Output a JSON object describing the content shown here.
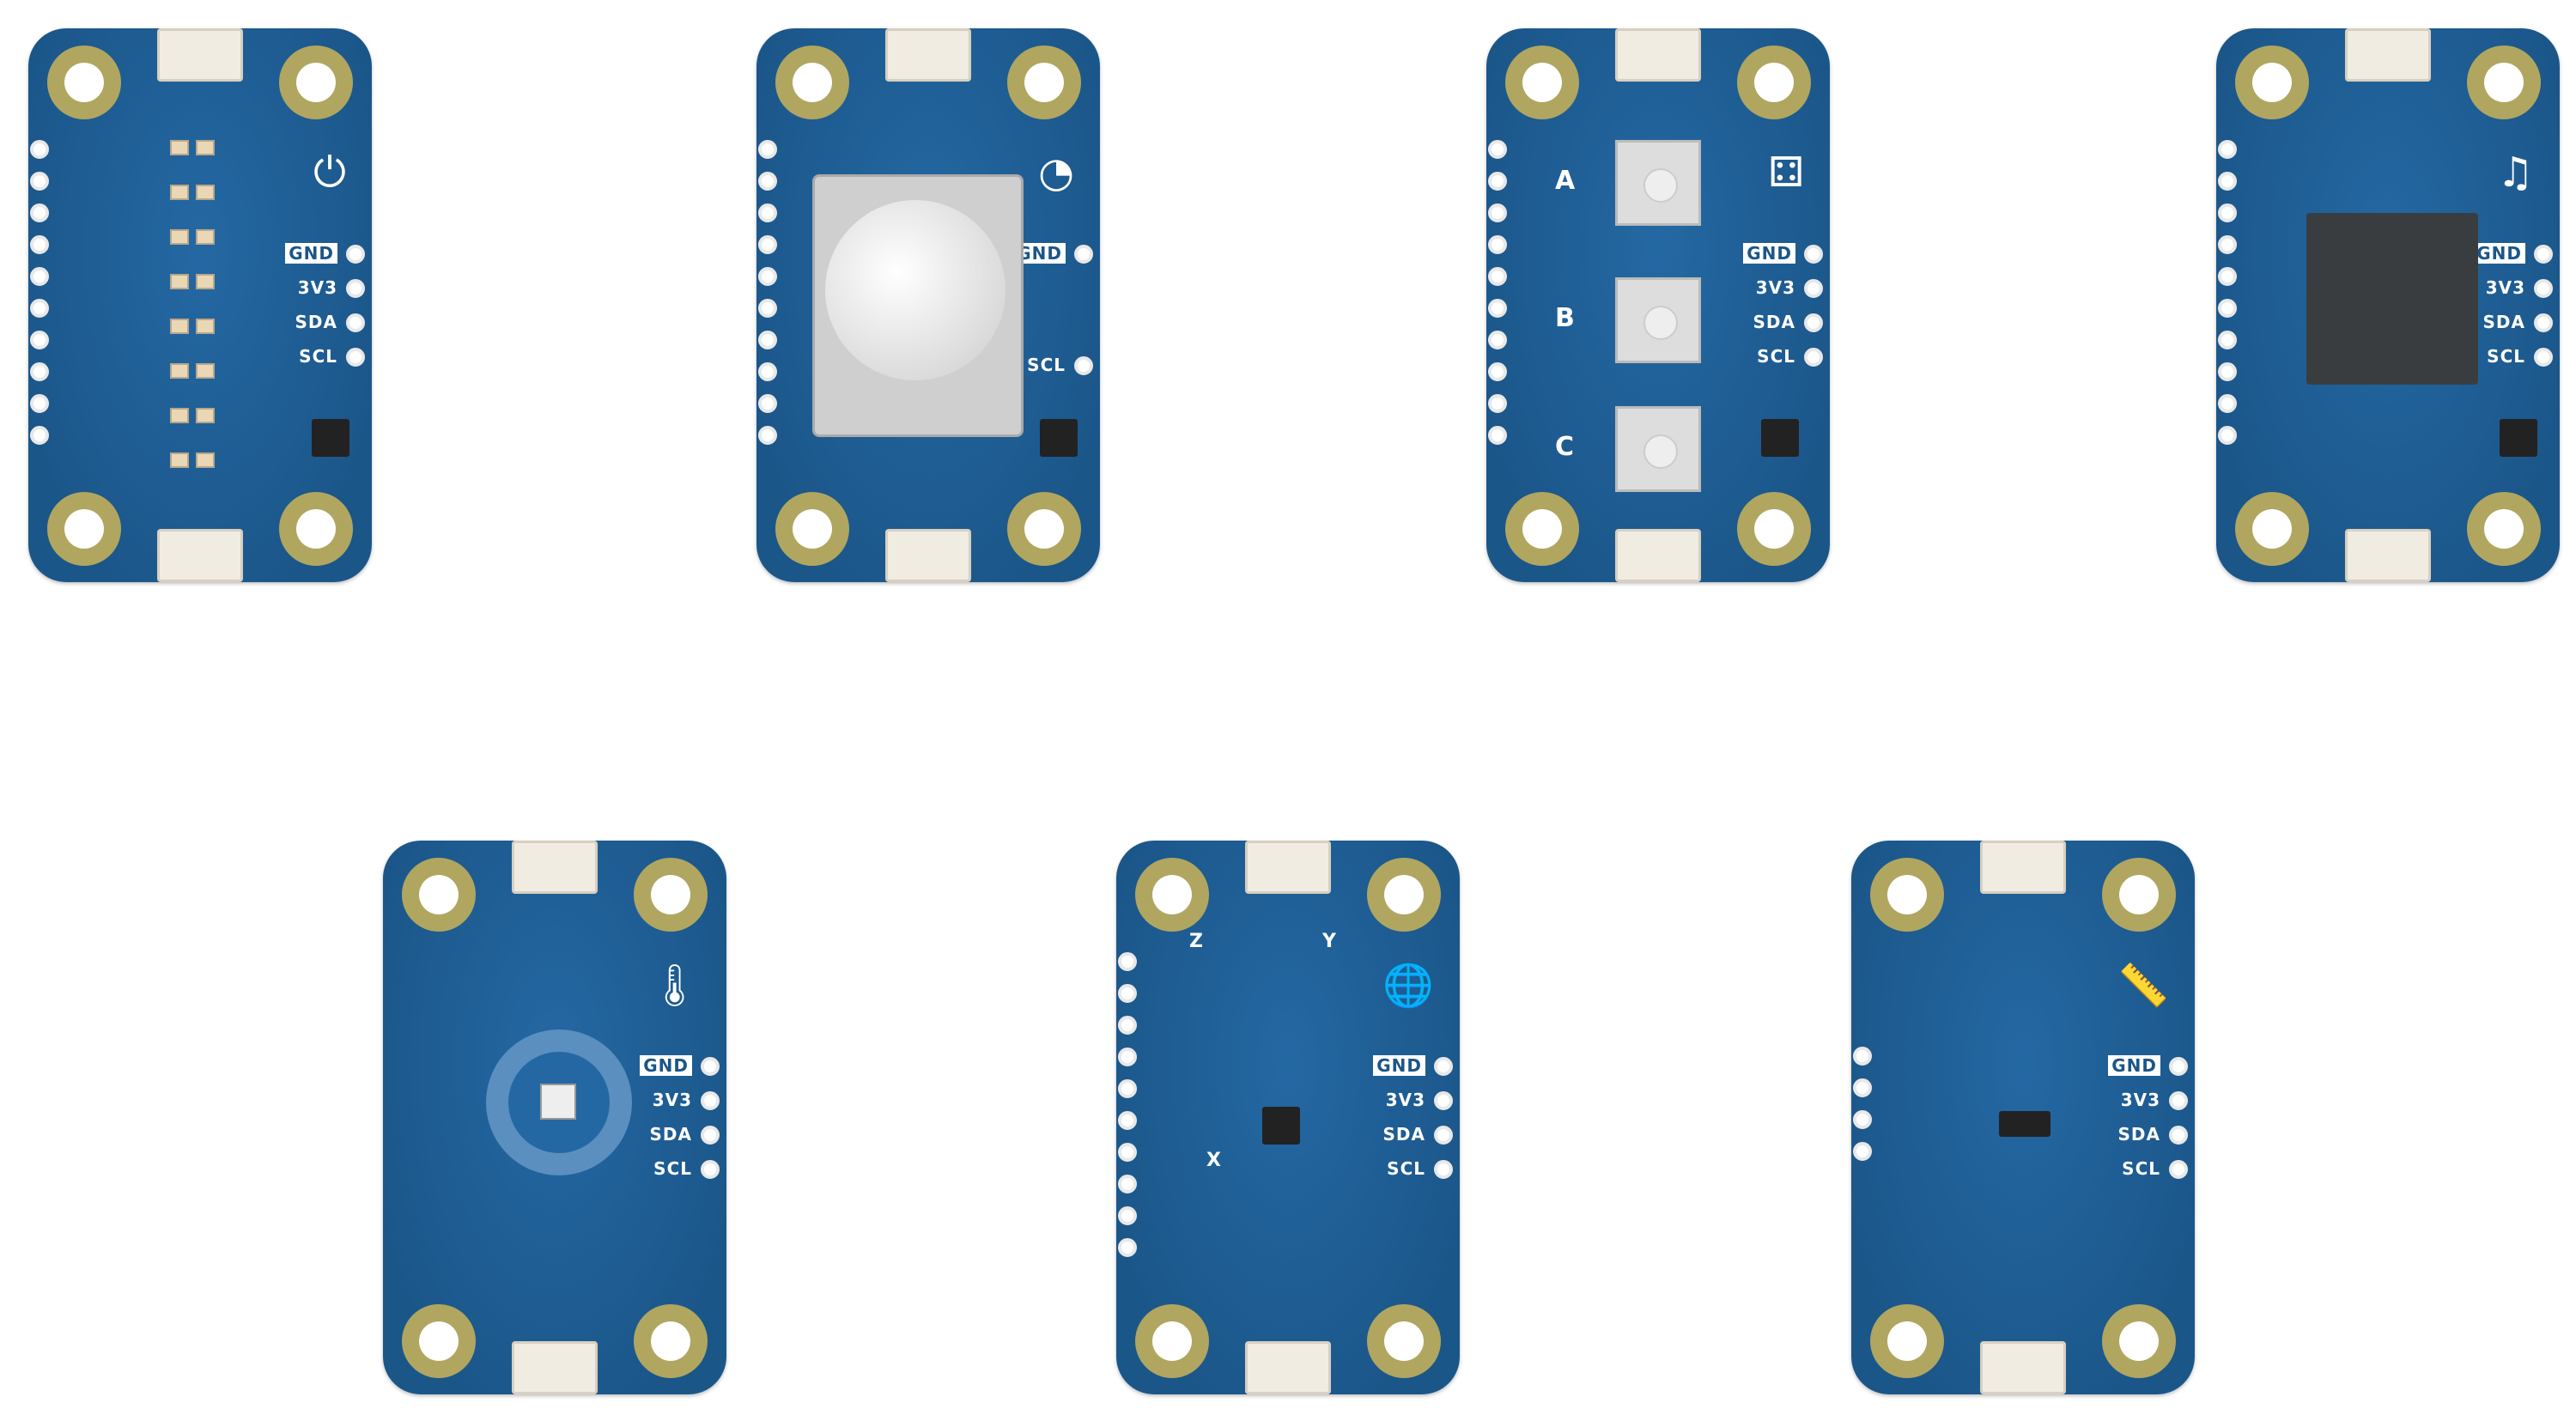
{
  "colors": {
    "pcb": "#1f5f95",
    "silkscreen": "#ffffff",
    "pad": "#b0a660"
  },
  "boards": [
    {
      "name": "led-matrix-module",
      "icon": "plug-icon",
      "glyph": "⏻",
      "pins": [
        "GND",
        "3V3",
        "SDA",
        "SCL"
      ],
      "header": 10,
      "part": "leds"
    },
    {
      "name": "rotary-knob-module",
      "icon": "knob-icon",
      "glyph": "◔",
      "pins": [
        "GND",
        "SCL"
      ],
      "header": 10,
      "part": "knob"
    },
    {
      "name": "buttons-module",
      "icon": "buttons-icon",
      "glyph": "⚃",
      "pins": [
        "GND",
        "3V3",
        "SDA",
        "SCL"
      ],
      "header": 10,
      "part": "buttons",
      "button_labels": [
        "A",
        "B",
        "C"
      ]
    },
    {
      "name": "buzzer-module",
      "icon": "buzzer-icon",
      "glyph": "♫",
      "pins": [
        "GND",
        "3V3",
        "SDA",
        "SCL"
      ],
      "header": 10,
      "part": "buzzer"
    },
    {
      "name": "thermo-module",
      "icon": "thermometer-icon",
      "glyph": "🌡",
      "pins": [
        "GND",
        "3V3",
        "SDA",
        "SCL"
      ],
      "header": 0,
      "part": "thermo"
    },
    {
      "name": "movement-module",
      "icon": "globe-icon",
      "glyph": "🌐",
      "pins": [
        "GND",
        "3V3",
        "SDA",
        "SCL"
      ],
      "header": 10,
      "part": "imu",
      "axis_labels": [
        "X",
        "Y",
        "Z"
      ]
    },
    {
      "name": "distance-module",
      "icon": "ruler-icon",
      "glyph": "📏",
      "pins": [
        "GND",
        "3V3",
        "SDA",
        "SCL"
      ],
      "header": 4,
      "part": "tof"
    }
  ]
}
